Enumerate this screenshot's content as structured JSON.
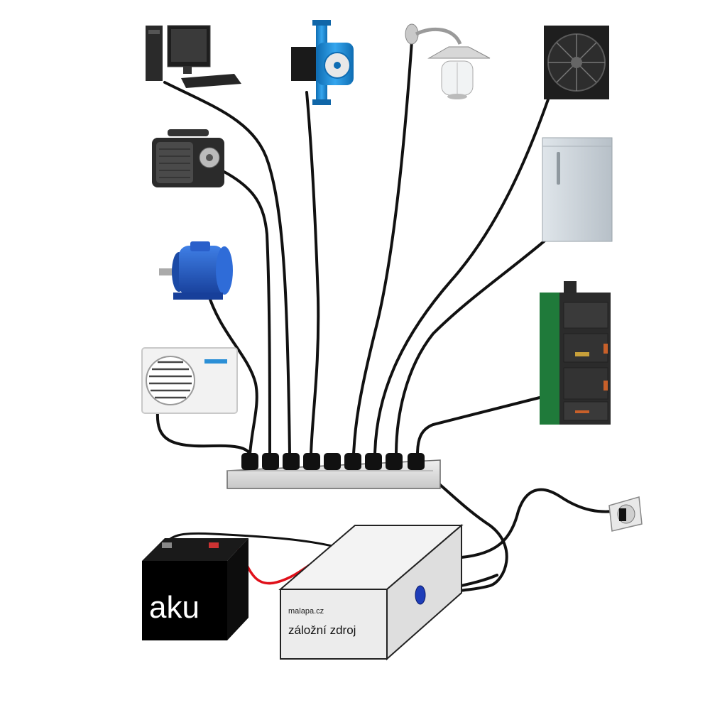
{
  "battery": {
    "label": "aku"
  },
  "ups": {
    "brand": "malapa.cz",
    "label": "záložní zdroj"
  },
  "appliances": [
    {
      "icon": "desktop-computer-icon"
    },
    {
      "icon": "circulation-pump-icon"
    },
    {
      "icon": "wall-lamp-icon"
    },
    {
      "icon": "exhaust-fan-icon"
    },
    {
      "icon": "radio-icon"
    },
    {
      "icon": "refrigerator-icon"
    },
    {
      "icon": "electric-motor-icon"
    },
    {
      "icon": "heating-boiler-icon"
    },
    {
      "icon": "air-conditioner-icon"
    }
  ],
  "colors": {
    "cable": "#111111",
    "battery_red_wire": "#e0101a",
    "power_strip": "#d9d9d9",
    "ups_box": "#e6e6e6",
    "boiler_green": "#1f7a3a",
    "pump_blue": "#1e8bd6",
    "motor_blue": "#1a57c0"
  }
}
